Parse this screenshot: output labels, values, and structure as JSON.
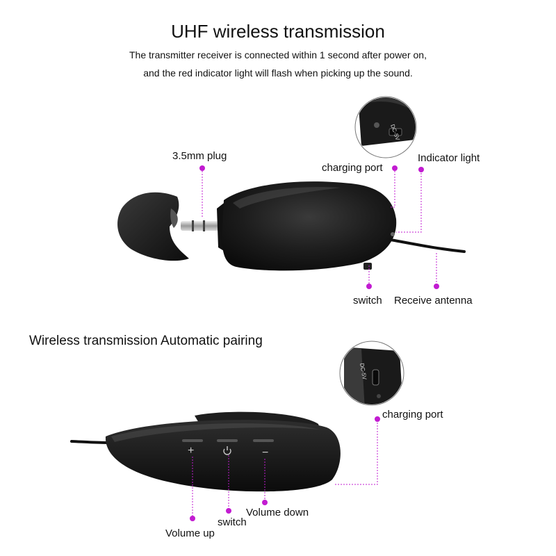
{
  "top": {
    "title": "UHF wireless transmission",
    "subtitle_line1": "The transmitter receiver is connected within 1 second after power on,",
    "subtitle_line2": "and the red indicator light will flash when picking up the sound.",
    "labels": {
      "plug": "3.5mm plug",
      "charging_port": "charging port",
      "indicator_light": "Indicator light",
      "switch": "switch",
      "receive_antenna": "Receive antenna"
    },
    "inset_marking": "DC-5V"
  },
  "bottom": {
    "heading": "Wireless transmission Automatic pairing",
    "labels": {
      "charging_port": "charging port",
      "switch": "switch",
      "volume_down": "Volume down",
      "volume_up": "Volume up"
    },
    "inset_marking": "DC-5V",
    "button_symbols": {
      "plus": "+",
      "minus": "−"
    }
  },
  "colors": {
    "marker": "#c21bd1",
    "body": "#1b1b1b"
  }
}
